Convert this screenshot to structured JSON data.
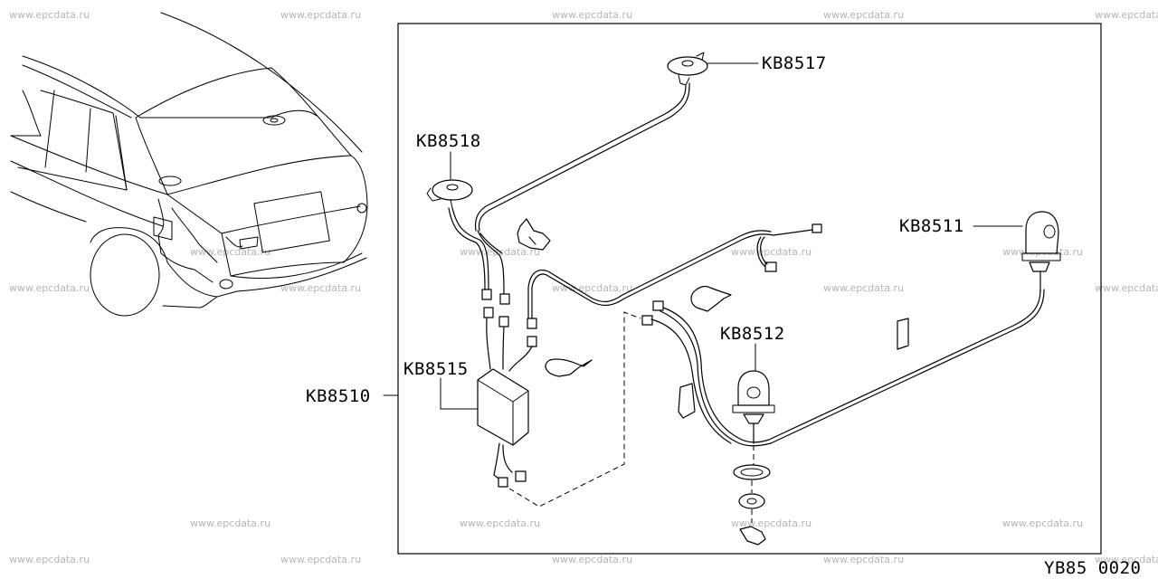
{
  "watermark": "www.epcdata.ru",
  "diagram_id": "YB85 0020",
  "callouts": {
    "kb8510": "KB8510",
    "kb8511": "KB8511",
    "kb8512": "KB8512",
    "kb8515": "KB8515",
    "kb8517": "KB8517",
    "kb8518": "KB8518"
  }
}
